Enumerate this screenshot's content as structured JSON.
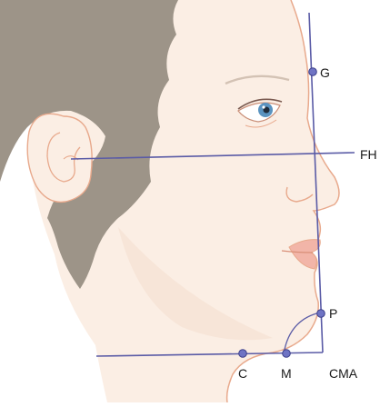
{
  "labels": {
    "glabella": "G",
    "frankfort_horizontal": "FH",
    "pogonion": "P",
    "cervical_point": "C",
    "menton": "M",
    "cervicomental_angle": "CMA"
  },
  "colors": {
    "background": "#ffffff",
    "skin": "#fbeee4",
    "skin_shadow": "#f3d9c6",
    "skin_outline": "#e8a98c",
    "hair": "#9d9488",
    "line": "#5a5ba6",
    "point_fill": "#6f74c4",
    "point_stroke": "#3c3f8a",
    "iris": "#5a93c0",
    "lips": "#f2b5a8",
    "text": "#1a1a1a"
  },
  "icons": {
    "point_marker": "circle"
  }
}
